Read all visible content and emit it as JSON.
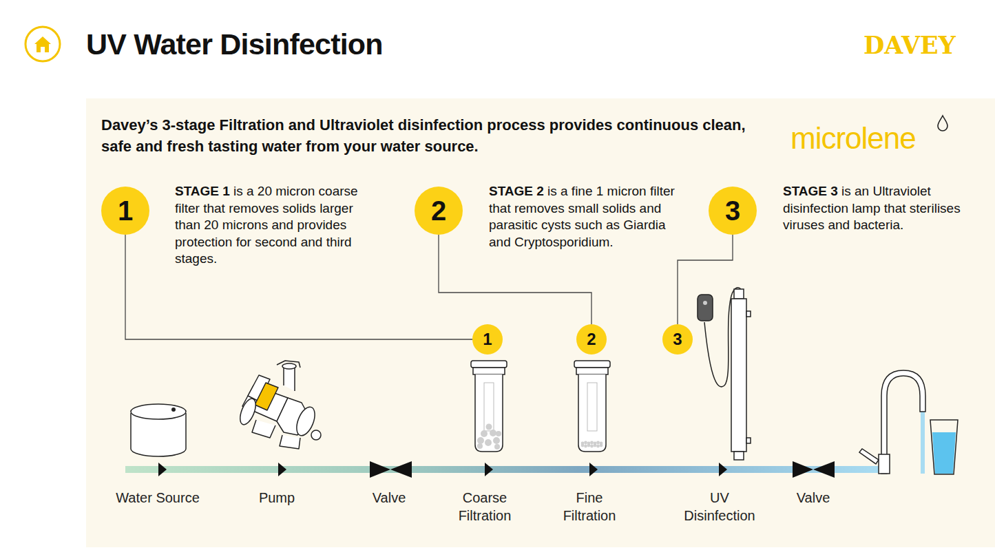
{
  "diagram": {
    "title": "UV Water Disinfection",
    "nodes": [
      {
        "text": [
          "1"
        ]
      },
      {
        "text": [
          "2"
        ]
      },
      {
        "text": [
          "3"
        ]
      },
      {
        "text": [
          "1"
        ]
      },
      {
        "text": [
          "2"
        ]
      },
      {
        "text": [
          "3"
        ]
      }
    ],
    "edges": [
      {
        "from": 0,
        "to": 3,
        "arrow": "none"
      },
      {
        "from": 1,
        "to": 4,
        "arrow": "none"
      },
      {
        "from": 2,
        "to": 5,
        "arrow": "none"
      }
    ],
    "labels": [
      "DAVEY",
      "Davey’s 3-stage Filtration and Ultraviolet disinfection process provides continuous clean, safe and fresh tasting water from your water source.",
      "microlene",
      "STAGE 1",
      "is a 20 micron coarse filter that removes solids larger than 20 microns and provides protection for second and third stages.",
      "STAGE 2",
      "is a fine 1 micron filter that removes small solids and parasitic cysts such as Giardia and Cryptosporidium.",
      "STAGE 3",
      "is an Ultraviolet disinfection lamp that sterilises viruses and bacteria.",
      "Water Source",
      "Pump",
      "Valve",
      "Coarse Filtration",
      "Fine Filtration",
      "UV Disinfection",
      "Valve"
    ]
  }
}
